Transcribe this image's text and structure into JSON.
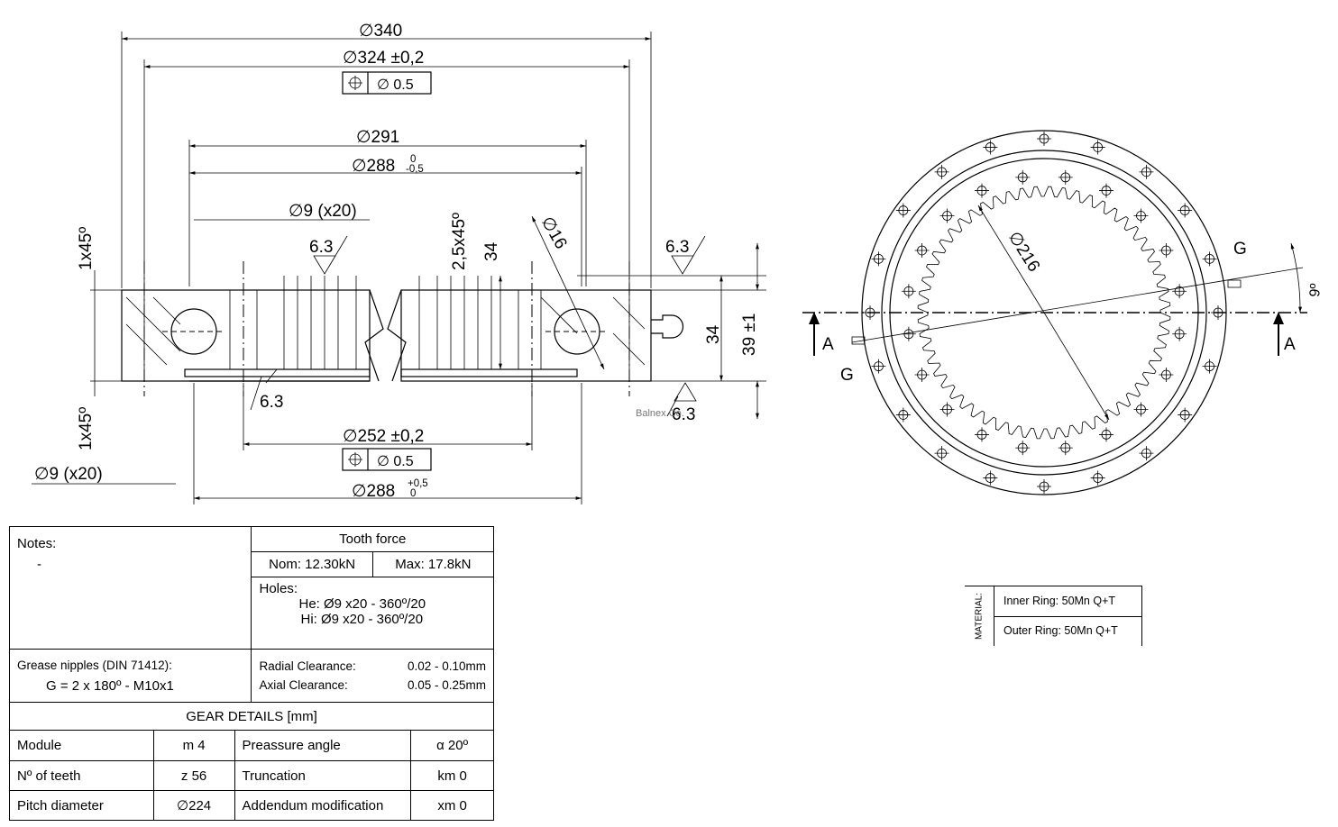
{
  "section_view": {
    "dim_outer_diameter": "∅340",
    "dim_bolt_circle_outer": "∅324 ±0,2",
    "tolerance_outer": {
      "symbol": "⌖",
      "value": "∅  0.5"
    },
    "dim_291": "∅291",
    "dim_288_top": "∅288",
    "dim_288_top_tol_upper": "0",
    "dim_288_top_tol_lower": "-0,5",
    "hole_top": "∅9 (x20)",
    "chamfer_inner": "2,5x45º",
    "dim_34_inner": "34",
    "ball_diameter": "∅16",
    "roughness": [
      "6.3",
      "6.3",
      "6.3",
      "6.3"
    ],
    "chamfer_top": "1x45º",
    "chamfer_bottom": "1x45º",
    "dim_34_right": "34",
    "dim_39": "39 ±1",
    "dim_bolt_circle_inner": "∅252 ±0,2",
    "tolerance_inner": {
      "symbol": "⌖",
      "value": "∅  0.5"
    },
    "hole_bottom": "∅9 (x20)",
    "dim_288_bottom": "∅288",
    "dim_288_bottom_tol_upper": "+0,5",
    "dim_288_bottom_tol_lower": "0",
    "watermark": "Balnex Co."
  },
  "plan_view": {
    "section_label_left": "A",
    "section_label_right": "A",
    "nipple_label_right": "G",
    "nipple_label_left": "G",
    "dim_216": "∅216",
    "angle": "9º",
    "teeth": 56,
    "outer_holes": 20,
    "inner_holes": 20
  },
  "specs_table": {
    "notes_label": "Notes:",
    "notes_value": "-",
    "tooth_force_label": "Tooth force",
    "nom": "Nom: 12.30kN",
    "max": "Max: 17.8kN",
    "holes_label": "Holes:",
    "holes_he": "He: Ø9 x20  - 360º/20",
    "holes_hi": "Hi: Ø9 x20  - 360º/20",
    "grease_label": "Grease nipples (DIN 71412):",
    "grease_value": "G = 2 x 180º  - M10x1",
    "radial_label": "Radial Clearance:",
    "radial_value": "0.02 - 0.10mm",
    "axial_label": "Axial Clearance:",
    "axial_value": "0.05 - 0.25mm",
    "gear_title": "GEAR DETAILS [mm]",
    "gear_rows": [
      {
        "label": "Module",
        "value": "m 4",
        "label2": "Preassure angle",
        "value2": "α 20º"
      },
      {
        "label": "Nº of teeth",
        "value": "z 56",
        "label2": "Truncation",
        "value2": "km 0"
      },
      {
        "label": "Pitch diameter",
        "value": "∅224",
        "label2": "Addendum modification",
        "value2": "xm 0"
      }
    ]
  },
  "material": {
    "label": "MATERIAL:",
    "inner": "Inner Ring:  50Mn Q+T",
    "outer": "Outer Ring:  50Mn Q+T"
  }
}
